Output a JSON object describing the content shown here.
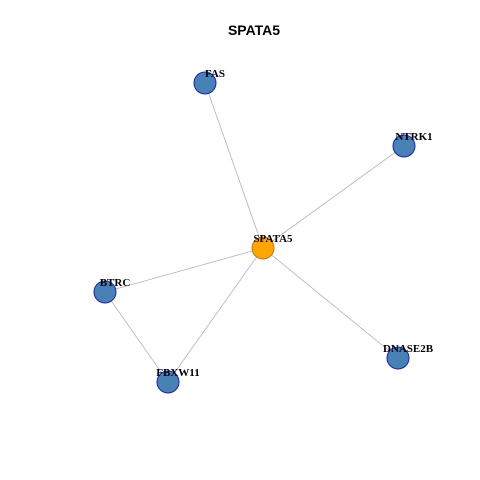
{
  "title": "SPATA5",
  "colors": {
    "center_fill": "#FFA500",
    "center_stroke": "#C97A00",
    "node_fill": "#4682B4",
    "node_stroke": "#1C1CCF",
    "edge": "#B3B3B3"
  },
  "nodes": [
    {
      "id": "SPATA5",
      "label": "SPATA5",
      "role": "center"
    },
    {
      "id": "FAS",
      "label": "FAS",
      "role": "neighbor"
    },
    {
      "id": "NTRK1",
      "label": "NTRK1",
      "role": "neighbor"
    },
    {
      "id": "BTRC",
      "label": "BTRC",
      "role": "neighbor"
    },
    {
      "id": "FBXW11",
      "label": "FBXW11",
      "role": "neighbor"
    },
    {
      "id": "DNASE2B",
      "label": "DNASE2B",
      "role": "neighbor"
    }
  ],
  "edges": [
    [
      "SPATA5",
      "FAS"
    ],
    [
      "SPATA5",
      "NTRK1"
    ],
    [
      "SPATA5",
      "BTRC"
    ],
    [
      "SPATA5",
      "FBXW11"
    ],
    [
      "SPATA5",
      "DNASE2B"
    ],
    [
      "BTRC",
      "FBXW11"
    ]
  ]
}
